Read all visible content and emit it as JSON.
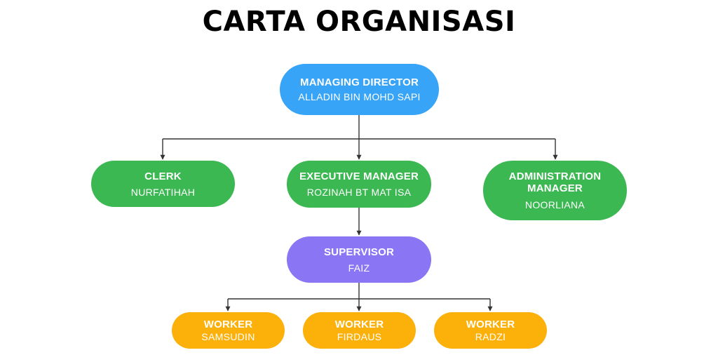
{
  "title": "CARTA ORGANISASI",
  "colors": {
    "director": "#38a4f7",
    "manager": "#3cb853",
    "supervisor": "#8a75f4",
    "worker": "#fcb00a",
    "connector": "#333333"
  },
  "nodes": {
    "managing_director": {
      "role": "MANAGING DIRECTOR",
      "name": "ALLADIN BIN MOHD SAPI"
    },
    "clerk": {
      "role": "CLERK",
      "name": "NURFATIHAH"
    },
    "executive_manager": {
      "role": "EXECUTIVE MANAGER",
      "name": "ROZINAH BT MAT ISA"
    },
    "administration_manager": {
      "role_line1": "ADMINISTRATION",
      "role_line2": "MANAGER",
      "name": "NOORLIANA"
    },
    "supervisor": {
      "role": "SUPERVISOR",
      "name": "FAIZ"
    },
    "worker_1": {
      "role": "WORKER",
      "name": "SAMSUDIN"
    },
    "worker_2": {
      "role": "WORKER",
      "name": "FIRDAUS"
    },
    "worker_3": {
      "role": "WORKER",
      "name": "RADZI"
    }
  }
}
